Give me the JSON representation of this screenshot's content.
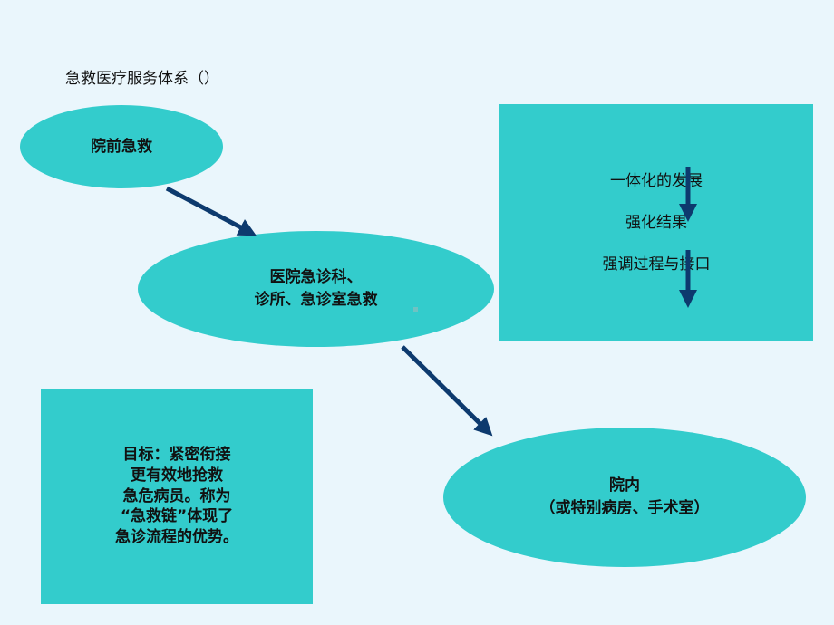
{
  "title": "急救医疗服务体系（）",
  "nodes": {
    "prehospital": "院前急救",
    "er": [
      "医院急诊科、",
      "诊所、急诊室急救"
    ],
    "inhospital": [
      "院内",
      "（或特别病房、手术室）"
    ]
  },
  "development_box": {
    "items": [
      "一体化的发展",
      "强化结果",
      "强调过程与接口"
    ]
  },
  "goal_box": {
    "lines": [
      "目标：紧密衔接",
      "更有效地抢救",
      "急危病员。称为",
      "“急救链”体现了",
      "急诊流程的优势。"
    ]
  },
  "colors": {
    "background": "#eaf6fc",
    "shape_fill": "#33cccc",
    "arrow": "#0d3a6e"
  }
}
